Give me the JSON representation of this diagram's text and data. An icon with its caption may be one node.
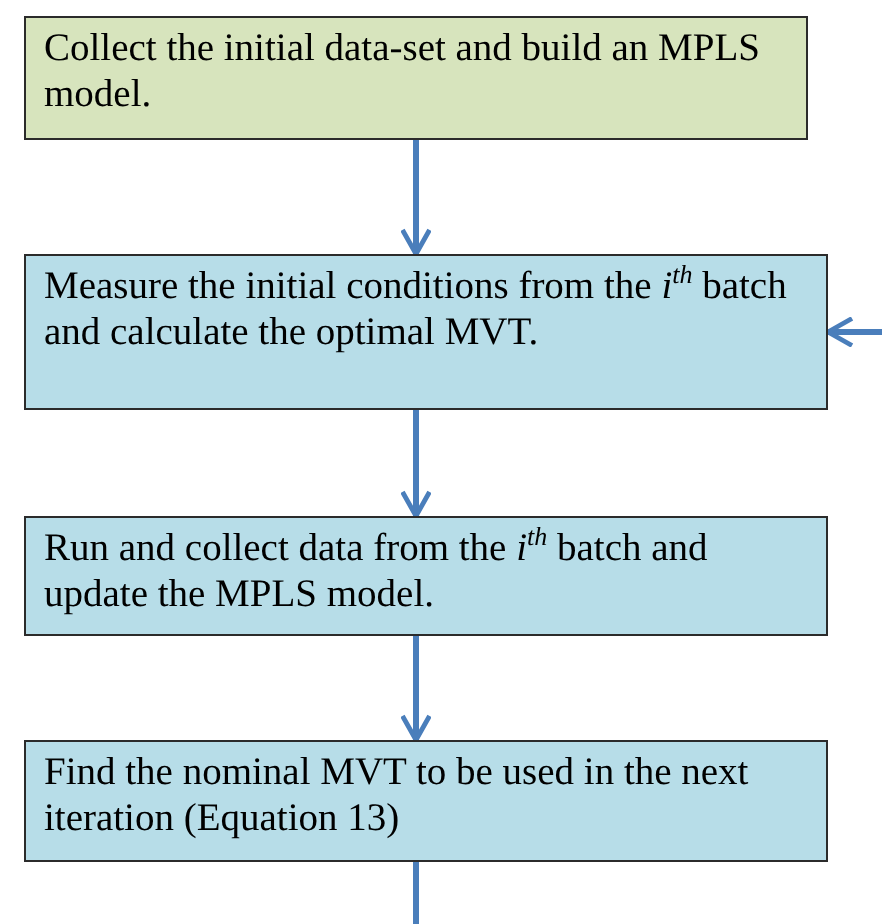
{
  "diagram": {
    "nodes": [
      {
        "text": [
          "Collect the initial data-set and build an MPLS model."
        ]
      },
      {
        "text": [
          "Measure the initial conditions from the *i*$^{th}$ batch and calculate the optimal MVT."
        ]
      },
      {
        "text": [
          "Run and collect data from the *i*$^{th}$ batch and update the MPLS model."
        ]
      },
      {
        "text": [
          "Find the nominal MVT to be used in the next iteration (Equation 13)"
        ]
      }
    ],
    "edges": [
      {
        "from": 0,
        "to": 1,
        "arrow": "to"
      },
      {
        "from": null,
        "to": 1,
        "arrow": "to"
      },
      {
        "from": 1,
        "to": 2,
        "arrow": "to"
      },
      {
        "from": 2,
        "to": 3,
        "arrow": "to"
      },
      {
        "from": 3,
        "to": null,
        "arrow": "none"
      }
    ]
  }
}
